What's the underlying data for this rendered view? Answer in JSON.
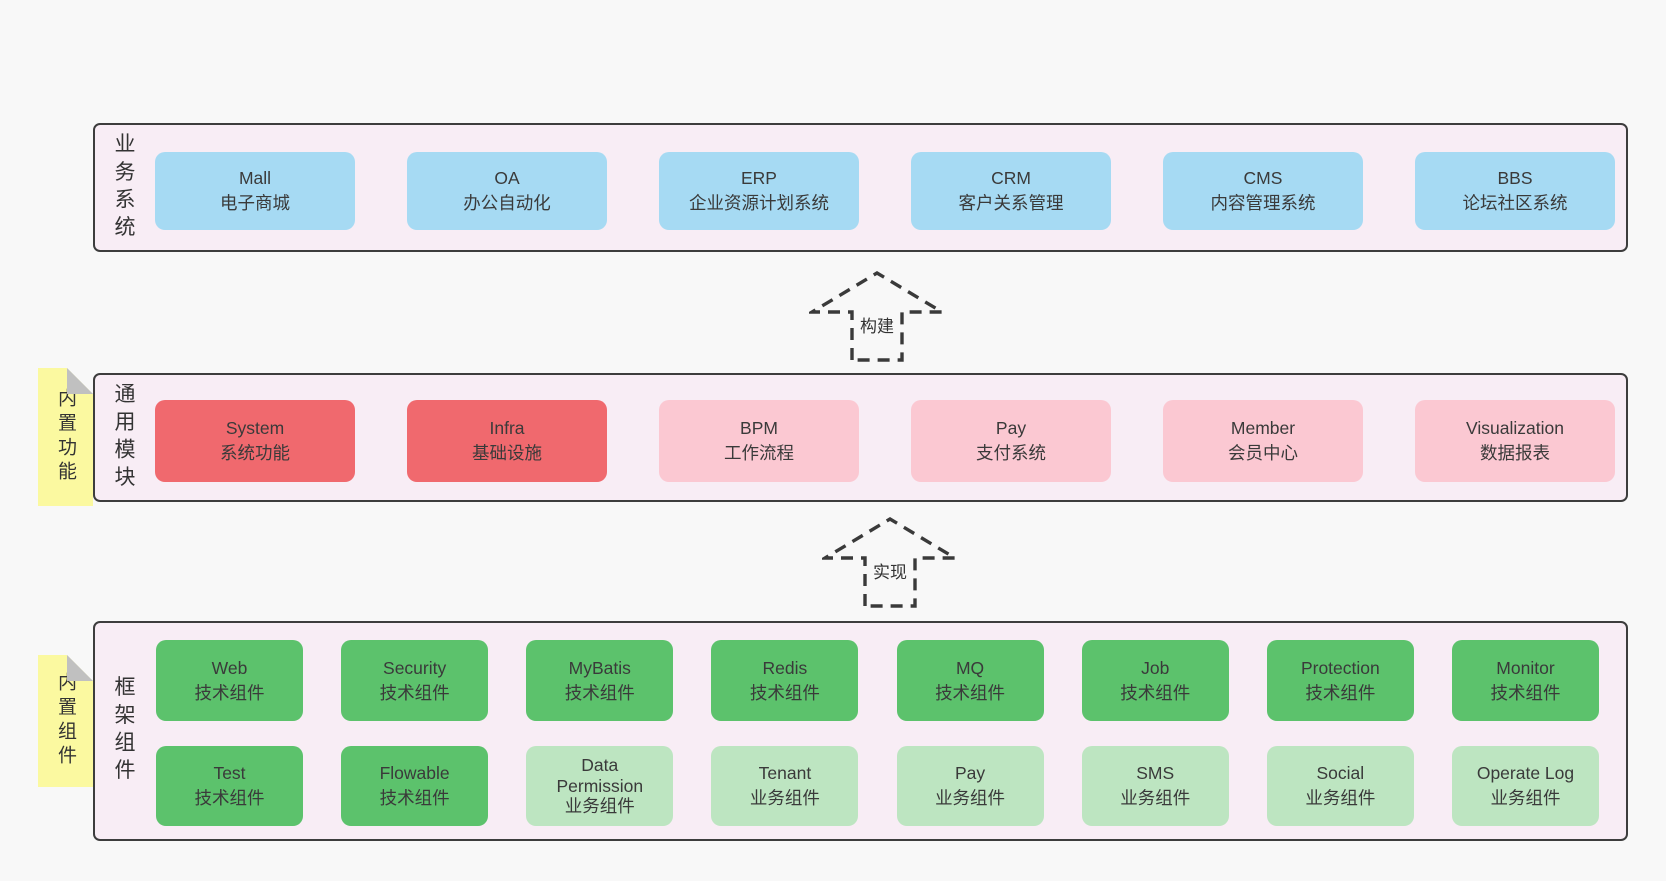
{
  "colors": {
    "page_bg": "#f8f8f8",
    "panel_bg": "#f8edf5",
    "panel_border": "#3d3d3d",
    "blue_box": "#a6daf3",
    "red_box": "#f0696e",
    "pink_box": "#fbc8d2",
    "green_box": "#5cc26c",
    "light_green_box": "#bde5c1",
    "yellow_tab": "#fbf9a0",
    "fold_gray": "#c0c0c0",
    "text": "#3a3a3a"
  },
  "sections": {
    "business": {
      "label": "业务系统",
      "boxes": [
        {
          "name": "Mall",
          "desc": "电子商城"
        },
        {
          "name": "OA",
          "desc": "办公自动化"
        },
        {
          "name": "ERP",
          "desc": "企业资源计划系统"
        },
        {
          "name": "CRM",
          "desc": "客户关系管理"
        },
        {
          "name": "CMS",
          "desc": "内容管理系统"
        },
        {
          "name": "BBS",
          "desc": "论坛社区系统"
        }
      ]
    },
    "modules": {
      "tab_label": "内置功能",
      "label": "通用模块",
      "boxes": [
        {
          "name": "System",
          "desc": "系统功能"
        },
        {
          "name": "Infra",
          "desc": "基础设施"
        },
        {
          "name": "BPM",
          "desc": "工作流程"
        },
        {
          "name": "Pay",
          "desc": "支付系统"
        },
        {
          "name": "Member",
          "desc": "会员中心"
        },
        {
          "name": "Visualization",
          "desc": "数据报表"
        }
      ]
    },
    "components": {
      "tab_label": "内置组件",
      "label": "框架组件",
      "row1": [
        {
          "name": "Web",
          "desc": "技术组件"
        },
        {
          "name": "Security",
          "desc": "技术组件"
        },
        {
          "name": "MyBatis",
          "desc": "技术组件"
        },
        {
          "name": "Redis",
          "desc": "技术组件"
        },
        {
          "name": "MQ",
          "desc": "技术组件"
        },
        {
          "name": "Job",
          "desc": "技术组件"
        },
        {
          "name": "Protection",
          "desc": "技术组件"
        },
        {
          "name": "Monitor",
          "desc": "技术组件"
        }
      ],
      "row2": [
        {
          "name": "Test",
          "desc": "技术组件"
        },
        {
          "name": "Flowable",
          "desc": "技术组件"
        },
        {
          "name": "Data Permission",
          "desc": "业务组件"
        },
        {
          "name": "Tenant",
          "desc": "业务组件"
        },
        {
          "name": "Pay",
          "desc": "业务组件"
        },
        {
          "name": "SMS",
          "desc": "业务组件"
        },
        {
          "name": "Social",
          "desc": "业务组件"
        },
        {
          "name": "Operate Log",
          "desc": "业务组件"
        }
      ]
    }
  },
  "arrows": {
    "build": {
      "label": "构建"
    },
    "implement": {
      "label": "实现"
    }
  }
}
